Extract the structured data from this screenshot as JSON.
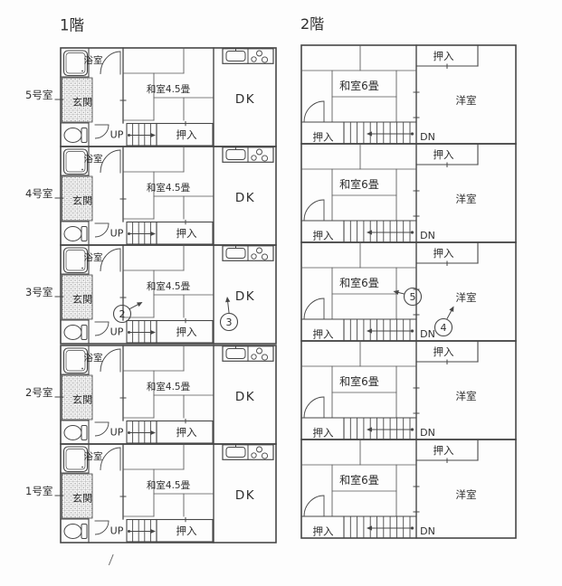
{
  "titles": {
    "floor1": "1階",
    "floor2": "2階"
  },
  "floor1": {
    "units": [
      {
        "name": "5号室"
      },
      {
        "name": "4号室"
      },
      {
        "name": "3号室"
      },
      {
        "name": "2号室"
      },
      {
        "name": "1号室"
      }
    ],
    "rooms": {
      "bath": "浴室",
      "entry": "玄関",
      "tatami": "和室4.5畳",
      "dining_kitchen": "DK",
      "closet": "押入",
      "stairs_up": "UP"
    }
  },
  "floor2": {
    "rooms": {
      "closet_top": "押入",
      "tatami": "和室6畳",
      "western": "洋室",
      "closet_bottom": "押入",
      "stairs_down": "DN"
    }
  },
  "annotations": [
    {
      "num": "2",
      "floor": "1F",
      "unit_row": "3号室",
      "points_to": "stairs"
    },
    {
      "num": "3",
      "floor": "1F",
      "unit_row": "3号室",
      "points_to": "DK"
    },
    {
      "num": "4",
      "floor": "2F",
      "unit_row": "3号室",
      "points_to": "洋室"
    },
    {
      "num": "5",
      "floor": "2F",
      "unit_row": "3号室",
      "points_to": "和室6畳"
    }
  ],
  "icons": {
    "bath": "bathtub-icon",
    "toilet": "toilet-icon",
    "sink": "kitchen-sink-icon",
    "stove": "stove-burners-icon",
    "entry_floor": "genkan-tile-hatch",
    "door": "door-swing-arc",
    "stairs_up_arrow": "arrow-right",
    "stairs_down_arrow": "arrow-left"
  },
  "colors": {
    "ink": "#474747",
    "text": "#2e2e2e",
    "paper": "#fdfdfd"
  }
}
